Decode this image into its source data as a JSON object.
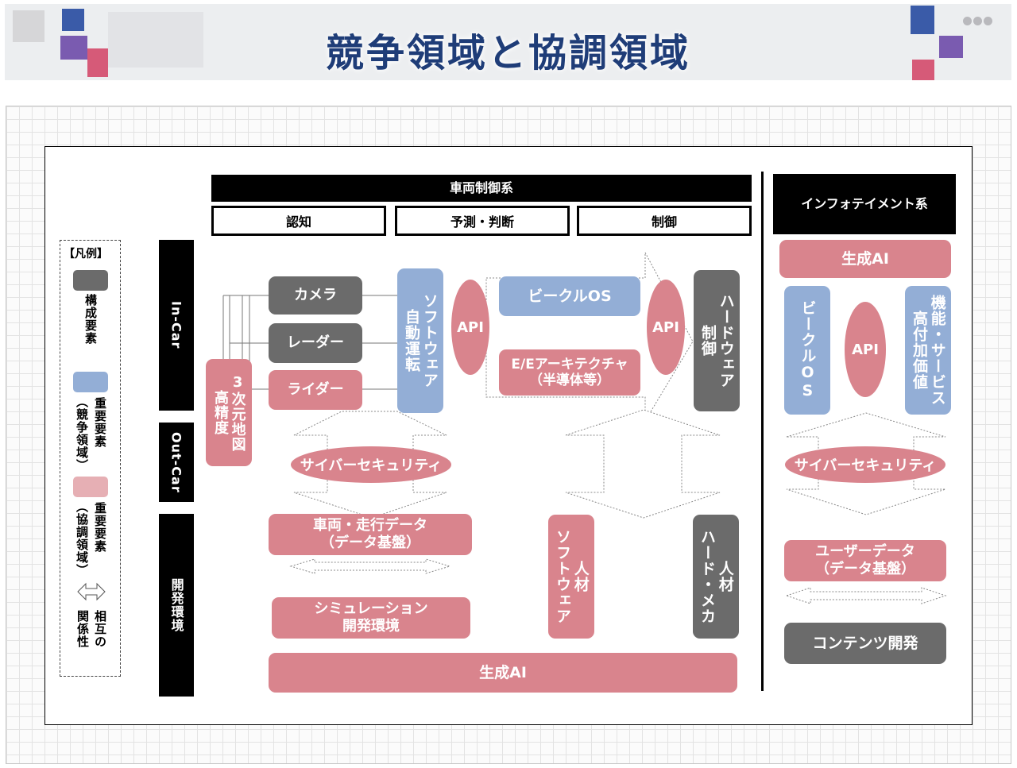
{
  "title": "競争領域と協調領域",
  "headers": {
    "vehicle_control": "車両制御系",
    "recognition": "認知",
    "prediction": "予測・判断",
    "control": "制御",
    "infotainment": "インフォテイメント系"
  },
  "rows": {
    "in_car": "In-Car",
    "out_car": "Out-Car",
    "dev_env": "開発環境"
  },
  "legend": {
    "title": "【凡例】",
    "component": "構成要素",
    "competitive": "重要要素",
    "competitive_sub": "（競争領域）",
    "cooperative": "重要要素",
    "cooperative_sub": "（協調領域）",
    "mutual1": "相互の",
    "mutual2": "関係性"
  },
  "vehicle": {
    "camera": "カメラ",
    "radar": "レーダー",
    "lidar": "ライダー",
    "hd_map_a": "高精度",
    "hd_map_b": "3次元地図",
    "autodrive_sw_a": "自動運転",
    "autodrive_sw_b": "ソフトウェア",
    "api1": "API",
    "vehicle_os": "ビークルOS",
    "ee_arch_a": "E/Eアーキテクチャ",
    "ee_arch_b": "（半導体等）",
    "api2": "API",
    "control_hw_a": "制御",
    "control_hw_b": "ハードウェア",
    "cyber": "サイバーセキュリティ",
    "vehicle_data_a": "車両・走行データ",
    "vehicle_data_b": "（データ基盤）",
    "sim_a": "シミュレーション",
    "sim_b": "開発環境",
    "sw_talent_a": "ソフトウェア",
    "sw_talent_b": "人材",
    "hw_talent_a": "ハード・メカ",
    "hw_talent_b": "人材",
    "gen_ai": "生成AI"
  },
  "infotainment": {
    "gen_ai": "生成AI",
    "vehicle_os": "ビークルOS",
    "api": "API",
    "service_a": "高付加価値",
    "service_b": "機能・サービス",
    "cyber": "サイバーセキュリティ",
    "user_data_a": "ユーザーデータ",
    "user_data_b": "（データ基盤）",
    "content": "コンテンツ開発"
  },
  "colors": {
    "title": "#1f3d78",
    "component_gray": "#6b6b6b",
    "competitive_blue": "#93aed6",
    "cooperative_pink": "#d9848d"
  }
}
